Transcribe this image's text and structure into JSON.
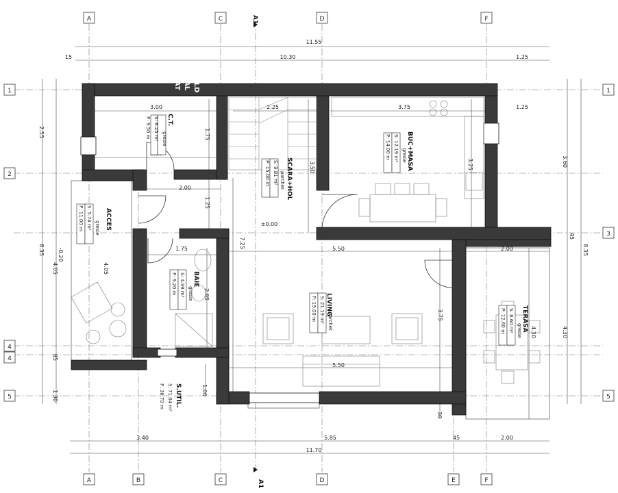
{
  "grid": {
    "columns_top": [
      "A",
      "C",
      "D",
      "F"
    ],
    "columns_bottom": [
      "A",
      "B",
      "C",
      "D",
      "E",
      "F"
    ],
    "rows_left": [
      "1",
      "2",
      "4",
      "4",
      "5"
    ],
    "rows_right": [
      "1",
      "3",
      "5"
    ],
    "section": "A1"
  },
  "dims": {
    "top_total": "11.55",
    "top_a": "15",
    "top_b": "10.30",
    "top_c": "1.25",
    "ct_width": "3.00",
    "ct_width2": "3.00",
    "stair_w": "2.25",
    "kitchen_w": "3.75",
    "right_125": "1.25",
    "hall_w": "2.00",
    "bath_w": "1.75",
    "living_w": "5.50",
    "living_w2": "5.50",
    "terasa_w": "2.00",
    "bottom_a": "3.40",
    "bottom_b": "5.85",
    "bottom_c": "45",
    "bottom_d": "2.00",
    "bottom_total": "11.70",
    "left_255": "2.55",
    "left_835": "8.35",
    "left_405": "4.05",
    "left_405b": "4.05",
    "left_020": "-0.20",
    "left_85": "85",
    "left_130": "1.30",
    "right_360": "3.60",
    "right_835": "8.35",
    "right_45": "45",
    "right_430": "4.30",
    "right_430b": "4.30",
    "v_175": "1.75",
    "v_125": "1.25",
    "v_725": "7.25",
    "v_350": "3.50",
    "v_325": "3.25",
    "v_285": "2.85",
    "v_375": "3.75",
    "v_100": "1.00",
    "v_30": "30",
    "level": "±0.00"
  },
  "rooms": [
    {
      "name": "C.T.",
      "finish": "gresie",
      "area": "S: 6.25 m²",
      "perim": "P: 9.50 m"
    },
    {
      "name": "SCARA+HOL",
      "finish": "parchet",
      "area": "S: 9.81 m²",
      "perim": "P: 15.00 m"
    },
    {
      "name": "BUC+MASA",
      "finish": "gresie",
      "area": "S: 12.19 m²",
      "perim": "P: 14.00 m"
    },
    {
      "name": "ACCES",
      "finish": "gresie",
      "area": "S: 5.74 m²",
      "perim": "P: 11.00 m"
    },
    {
      "name": "BAIE",
      "finish": "gresie",
      "area": "S: 4.99 m²",
      "perim": "P: 9.20 m"
    },
    {
      "name": "LIVING",
      "finish": "parchet",
      "area": "S: 21.19 m²",
      "perim": "P: 19.00 m"
    },
    {
      "name": "TERASA",
      "finish": "gresie",
      "area": "S: 8.60 m²",
      "perim": "P: 12.60 m"
    }
  ],
  "total": {
    "label": "S.UTIL.",
    "area": "S: 71.04 m²",
    "perim": "P: 36.70 m"
  },
  "stamp": [
    "OLD",
    "AL",
    "AT"
  ]
}
